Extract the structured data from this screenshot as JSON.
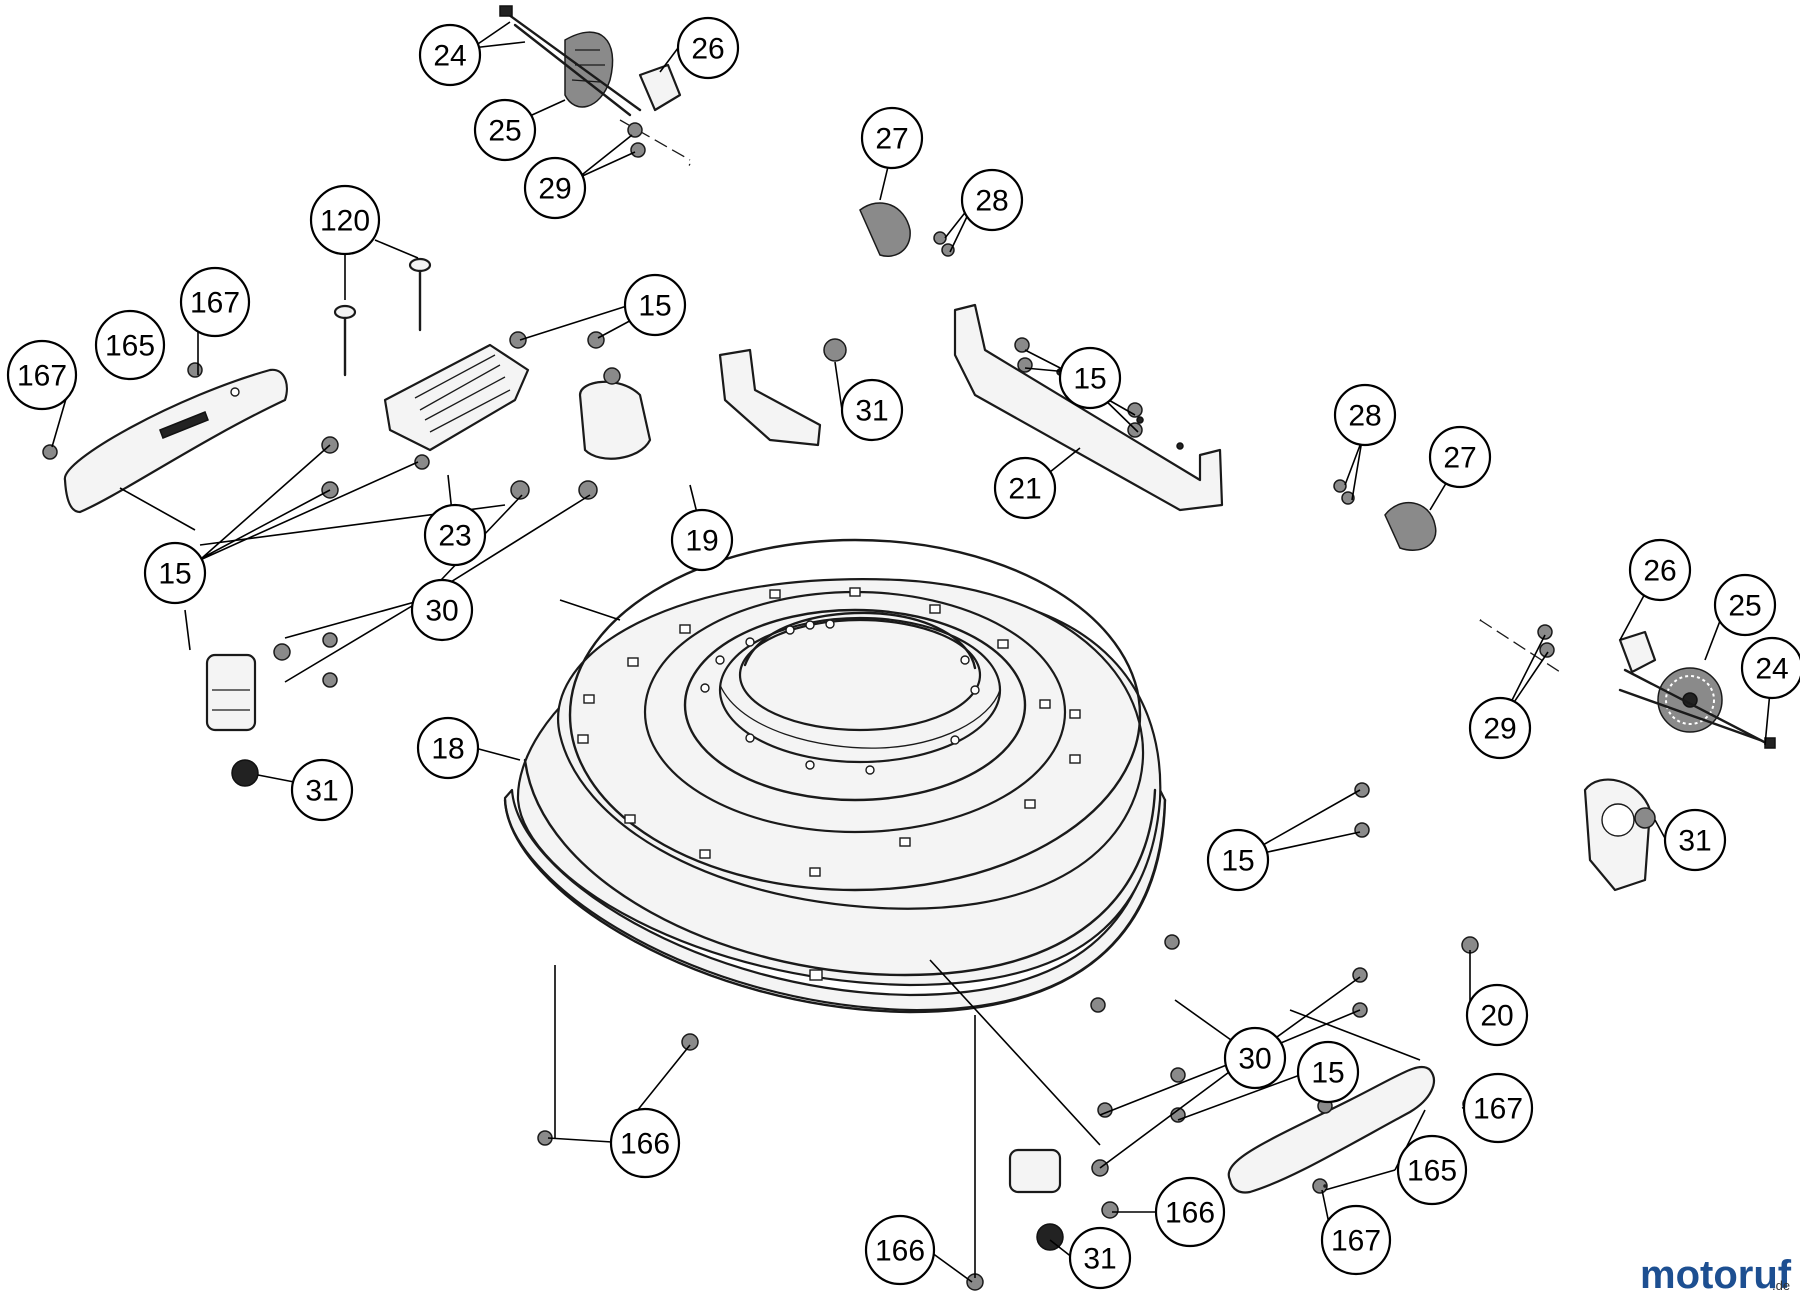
{
  "callouts": [
    {
      "id": "c24a",
      "label": "24"
    },
    {
      "id": "c26a",
      "label": "26"
    },
    {
      "id": "c25a",
      "label": "25"
    },
    {
      "id": "c29a",
      "label": "29"
    },
    {
      "id": "c27a",
      "label": "27"
    },
    {
      "id": "c28a",
      "label": "28"
    },
    {
      "id": "c120",
      "label": "120"
    },
    {
      "id": "c167a",
      "label": "167"
    },
    {
      "id": "c165a",
      "label": "165"
    },
    {
      "id": "c167b",
      "label": "167"
    },
    {
      "id": "c15a",
      "label": "15"
    },
    {
      "id": "c31a",
      "label": "31"
    },
    {
      "id": "c15b",
      "label": "15"
    },
    {
      "id": "c21",
      "label": "21"
    },
    {
      "id": "c28b",
      "label": "28"
    },
    {
      "id": "c27b",
      "label": "27"
    },
    {
      "id": "c23",
      "label": "23"
    },
    {
      "id": "c19",
      "label": "19"
    },
    {
      "id": "c15c",
      "label": "15"
    },
    {
      "id": "c30a",
      "label": "30"
    },
    {
      "id": "c26b",
      "label": "26"
    },
    {
      "id": "c25b",
      "label": "25"
    },
    {
      "id": "c24b",
      "label": "24"
    },
    {
      "id": "c29b",
      "label": "29"
    },
    {
      "id": "c18",
      "label": "18"
    },
    {
      "id": "c31b",
      "label": "31"
    },
    {
      "id": "c31c",
      "label": "31"
    },
    {
      "id": "c15d",
      "label": "15"
    },
    {
      "id": "c20",
      "label": "20"
    },
    {
      "id": "c30b",
      "label": "30"
    },
    {
      "id": "c15e",
      "label": "15"
    },
    {
      "id": "c167c",
      "label": "167"
    },
    {
      "id": "c166a",
      "label": "166"
    },
    {
      "id": "c165b",
      "label": "165"
    },
    {
      "id": "c166b",
      "label": "166"
    },
    {
      "id": "c167d",
      "label": "167"
    },
    {
      "id": "c166c",
      "label": "166"
    },
    {
      "id": "c31d",
      "label": "31"
    }
  ],
  "watermark": {
    "brand_main": "motoruf",
    "brand_suffix": ".de"
  },
  "colors": {
    "line": "#1a1a1a",
    "logo_blue": "#1d4f91",
    "logo_orange": "#e8961e",
    "logo_green": "#3a8a3a"
  }
}
